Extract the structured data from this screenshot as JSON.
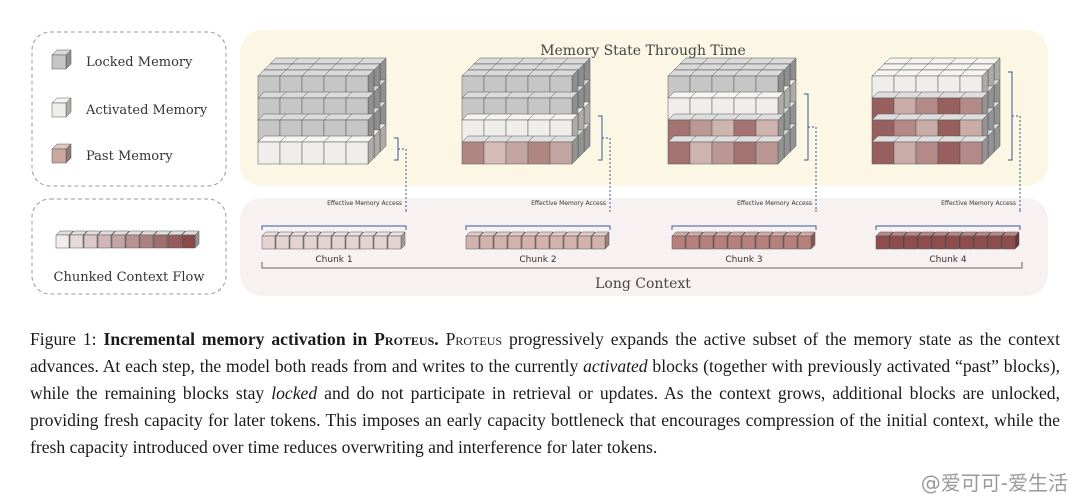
{
  "legend": {
    "locked": "Locked Memory",
    "activated": "Activated Memory",
    "past": "Past Memory",
    "flow": "Chunked Context Flow"
  },
  "title": "Memory State Through Time",
  "long_context": "Long Context",
  "access_label": "Effective Memory Access",
  "chunks": [
    "Chunk 1",
    "Chunk 2",
    "Chunk 3",
    "Chunk 4"
  ],
  "stages": [
    {
      "activated_layers": 1,
      "past_layers": 0
    },
    {
      "activated_layers": 2,
      "past_layers": 1
    },
    {
      "activated_layers": 3,
      "past_layers": 2
    },
    {
      "activated_layers": 4,
      "past_layers": 3
    }
  ],
  "colors": {
    "locked": "#c6c6c6",
    "activated": "#f0eeea",
    "past": "#8c4f4f",
    "top_panel": "#fbf7e4",
    "bottom_panel": "#f7f1f2",
    "access_line": "#3a5a9a"
  },
  "caption": {
    "label": "Figure 1:",
    "bold": "Incremental memory activation in ",
    "name": "Proteus",
    "body_intro": "progressively expands the active subset of the memory state as the context advances. At each step, the model both reads from and writes to the currently ",
    "activated_word": "activated",
    "mid": " blocks (together with previously activated “past” blocks), while the remaining blocks stay ",
    "locked_word": "locked",
    "rest": " and do not participate in retrieval or updates. As the context grows, additional blocks are unlocked, providing fresh capacity for later tokens. This imposes an early capacity bottleneck that encourages compression of the initial context, while the fresh capacity introduced over time reduces overwriting and interference for later tokens."
  },
  "watermark": "@爱可可-爱生活"
}
